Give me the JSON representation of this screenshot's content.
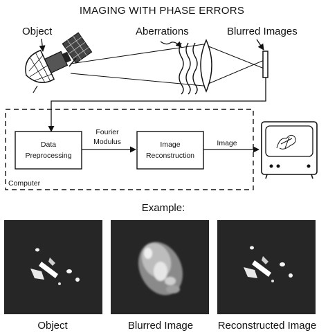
{
  "title": "IMAGING WITH PHASE ERRORS",
  "labels": {
    "object": "Object",
    "aberrations": "Aberrations",
    "blurred_images": "Blurred Images",
    "computer": "Computer",
    "fourier_line1": "Fourier",
    "fourier_line2": "Modulus",
    "image": "Image",
    "data_line1": "Data",
    "data_line2": "Preprocessing",
    "recon_line1": "Image",
    "recon_line2": "Reconstruction"
  },
  "example": {
    "heading": "Example:",
    "panels": [
      {
        "caption": "Object"
      },
      {
        "caption": "Blurred Image"
      },
      {
        "caption": "Reconstructed Image"
      }
    ]
  }
}
